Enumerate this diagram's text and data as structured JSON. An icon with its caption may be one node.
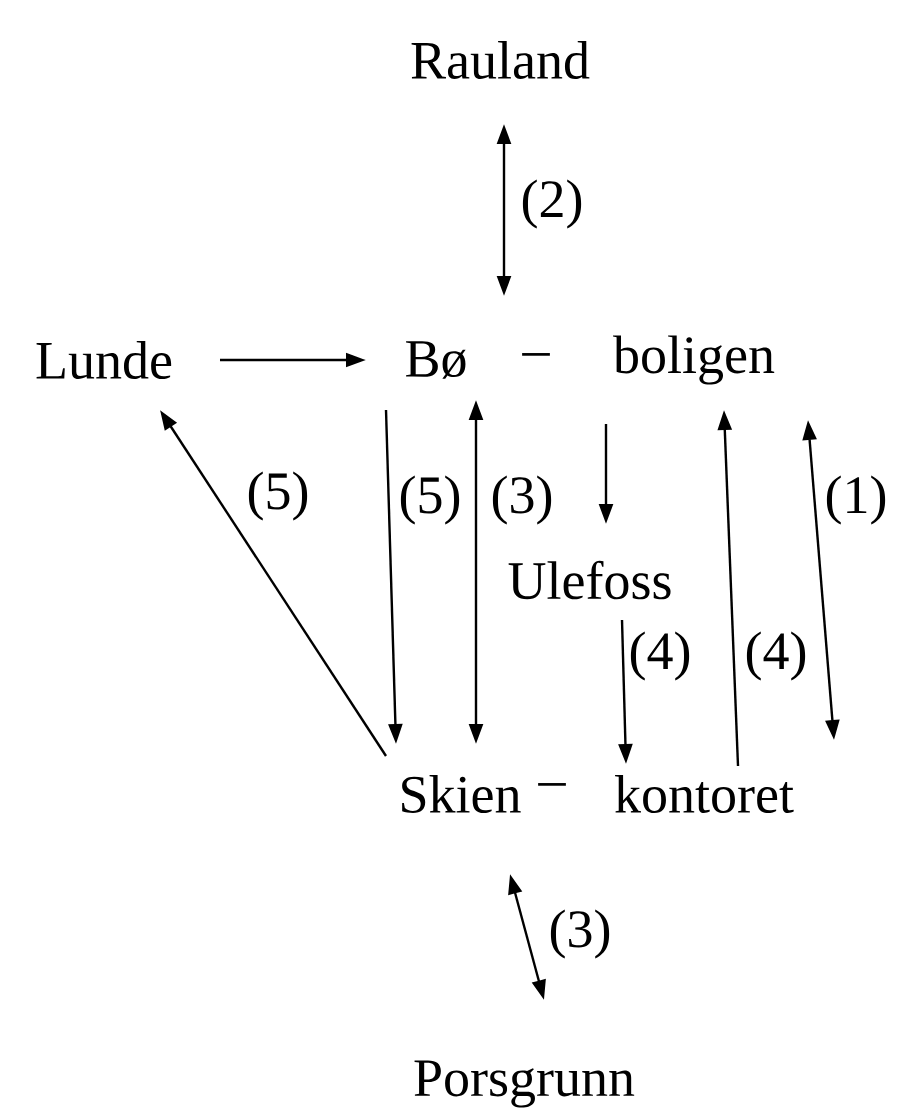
{
  "diagram": {
    "nodes": [
      {
        "text": [
          "Rauland"
        ]
      },
      {
        "text": [
          "Lunde"
        ]
      },
      {
        "text": [
          "Bø"
        ]
      },
      {
        "text": [
          "boligen"
        ]
      },
      {
        "text": [
          "Ulefoss"
        ]
      },
      {
        "text": [
          "Skien"
        ]
      },
      {
        "text": [
          "kontoret"
        ]
      },
      {
        "text": [
          "Porsgrunn"
        ]
      }
    ],
    "edges": [
      {
        "from": 0,
        "to": 2,
        "arrow": "both",
        "label": "(2)"
      },
      {
        "from": 1,
        "to": 2,
        "arrow": "to"
      },
      {
        "from": 5,
        "to": 1,
        "arrow": "to",
        "label": "(5)"
      },
      {
        "from": 2,
        "to": 5,
        "arrow": "to",
        "label": "(5)"
      },
      {
        "from": 2,
        "to": 5,
        "arrow": "both",
        "label": "(3)"
      },
      {
        "from": 3,
        "to": 4,
        "arrow": "to"
      },
      {
        "from": 4,
        "to": 6,
        "arrow": "to",
        "label": "(4)"
      },
      {
        "from": 6,
        "to": 3,
        "arrow": "to",
        "label": "(4)"
      },
      {
        "from": 3,
        "to": 6,
        "arrow": "both",
        "label": "(1)"
      },
      {
        "from": 5,
        "to": 7,
        "arrow": "both",
        "label": "(3)"
      }
    ],
    "labels": [
      "–",
      "–"
    ]
  }
}
